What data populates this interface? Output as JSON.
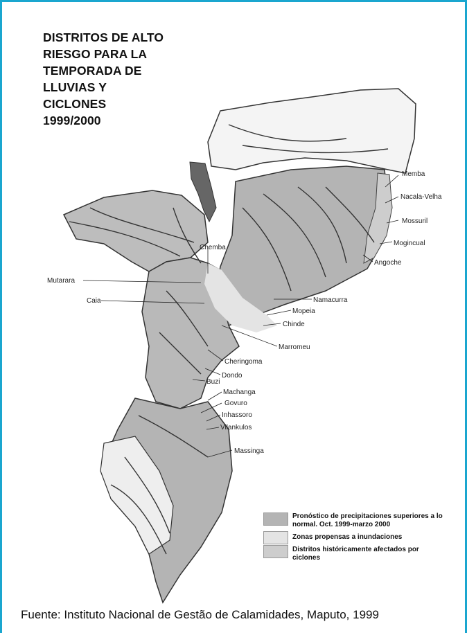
{
  "title_lines": [
    "DISTRITOS DE ALTO",
    "RIESGO PARA LA",
    "TEMPORADA DE",
    "LLUVIAS Y",
    "CICLONES",
    "1999/2000"
  ],
  "districts": [
    "Memba",
    "Nacala-Velha",
    "Mossuril",
    "Mogincual",
    "Angoche",
    "Chemba",
    "Mutarara",
    "Caia",
    "Namacurra",
    "Mopeia",
    "Chinde",
    "Marromeu",
    "Cheringoma",
    "Dondo",
    "Buzi",
    "Machanga",
    "Govuro",
    "Inhassoro",
    "Vilankulos",
    "Massinga"
  ],
  "legend": [
    {
      "text": "Pronóstico de precipitaciones superiores a lo normal.  Oct. 1999-marzo 2000",
      "color": "#b4b4b4"
    },
    {
      "text": "Zonas propensas a inundaciones",
      "color": "#e4e4e4"
    },
    {
      "text": "Distritos históricamente afectados por ciclones",
      "color": "#cdcdcd"
    }
  ],
  "source": "Fuente: Instituto Nacional de Gestão de Calamidades, Maputo, 1999",
  "colors": {
    "border": "#1aa6cf",
    "rain": "#b4b4b4",
    "flood": "#e4e4e4",
    "north": "#f4f4f4",
    "lake": "#666666"
  }
}
